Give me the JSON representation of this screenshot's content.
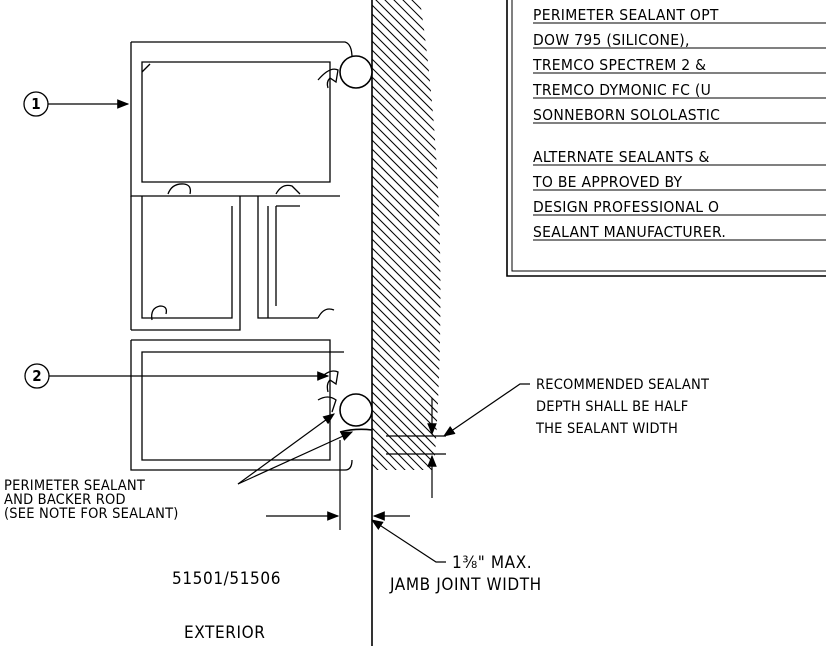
{
  "diagram": {
    "callouts": [
      {
        "number": "1"
      },
      {
        "number": "2"
      }
    ],
    "note_box": {
      "sealant_lines": [
        "PERIMETER SEALANT OPT",
        "DOW 795 (SILICONE),",
        "TREMCO SPECTREM 2 &",
        "TREMCO DYMONIC FC (U",
        "SONNEBORN SOLOLASTIC"
      ],
      "alternate_lines": [
        "ALTERNATE SEALANTS &",
        "TO BE APPROVED BY",
        "DESIGN PROFESSIONAL O",
        "SEALANT MANUFACTURER."
      ]
    },
    "recommended_note": [
      "RECOMMENDED SEALANT",
      "DEPTH SHALL BE HALF",
      "THE SEALANT WIDTH"
    ],
    "perimeter_note": [
      "PERIMETER SEALANT",
      "AND BACKER ROD",
      "(SEE NOTE FOR SEALANT)"
    ],
    "joint_width_note": [
      "1⅜\" MAX.",
      "JAMB JOINT WIDTH"
    ],
    "part_number": "51501/51506",
    "side_label": "EXTERIOR"
  }
}
